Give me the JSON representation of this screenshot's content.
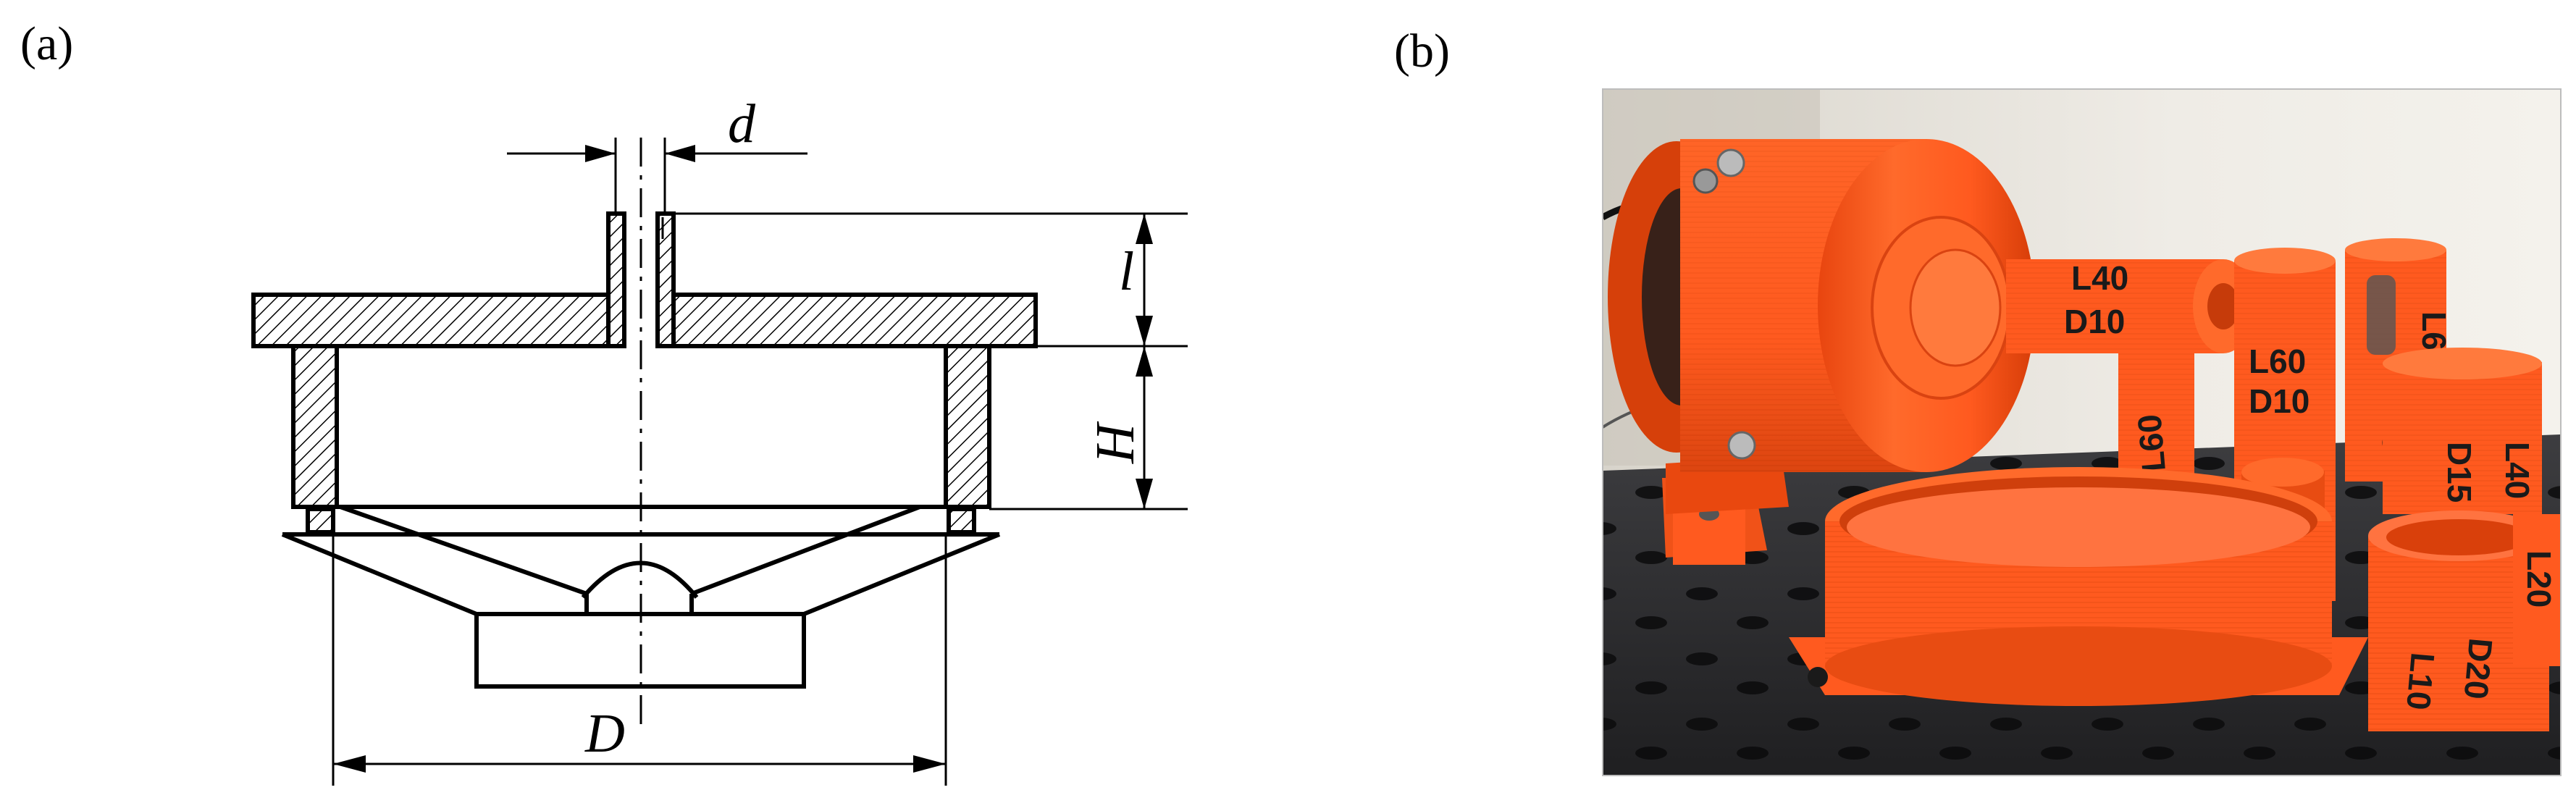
{
  "panels": {
    "a": {
      "label": "(a)"
    },
    "b": {
      "label": "(b)"
    }
  },
  "drawing": {
    "dimensions": {
      "d": "d",
      "l": "l",
      "H": "H",
      "D": "D"
    }
  },
  "photo": {
    "tube_labels": [
      {
        "id": "tube-main-1",
        "text": "L40"
      },
      {
        "id": "tube-main-2",
        "text": "D10"
      },
      {
        "id": "tube-a-1",
        "text": "L60"
      },
      {
        "id": "tube-b-1",
        "text": "L60"
      },
      {
        "id": "tube-b-2",
        "text": "D10"
      },
      {
        "id": "tube-c-1",
        "text": "L60"
      },
      {
        "id": "tube-c-2",
        "text": "D15"
      },
      {
        "id": "tube-d-1",
        "text": "L40"
      },
      {
        "id": "tube-d-2",
        "text": "D15"
      },
      {
        "id": "tube-e-1",
        "text": "L10"
      },
      {
        "id": "tube-e-2",
        "text": "D20"
      },
      {
        "id": "tube-f-1",
        "text": "L20"
      }
    ]
  },
  "colors": {
    "orange": "#ff5a1f",
    "orange_dark": "#d9400b",
    "table": "#2b2b2d",
    "wall": "#ece9e2"
  }
}
